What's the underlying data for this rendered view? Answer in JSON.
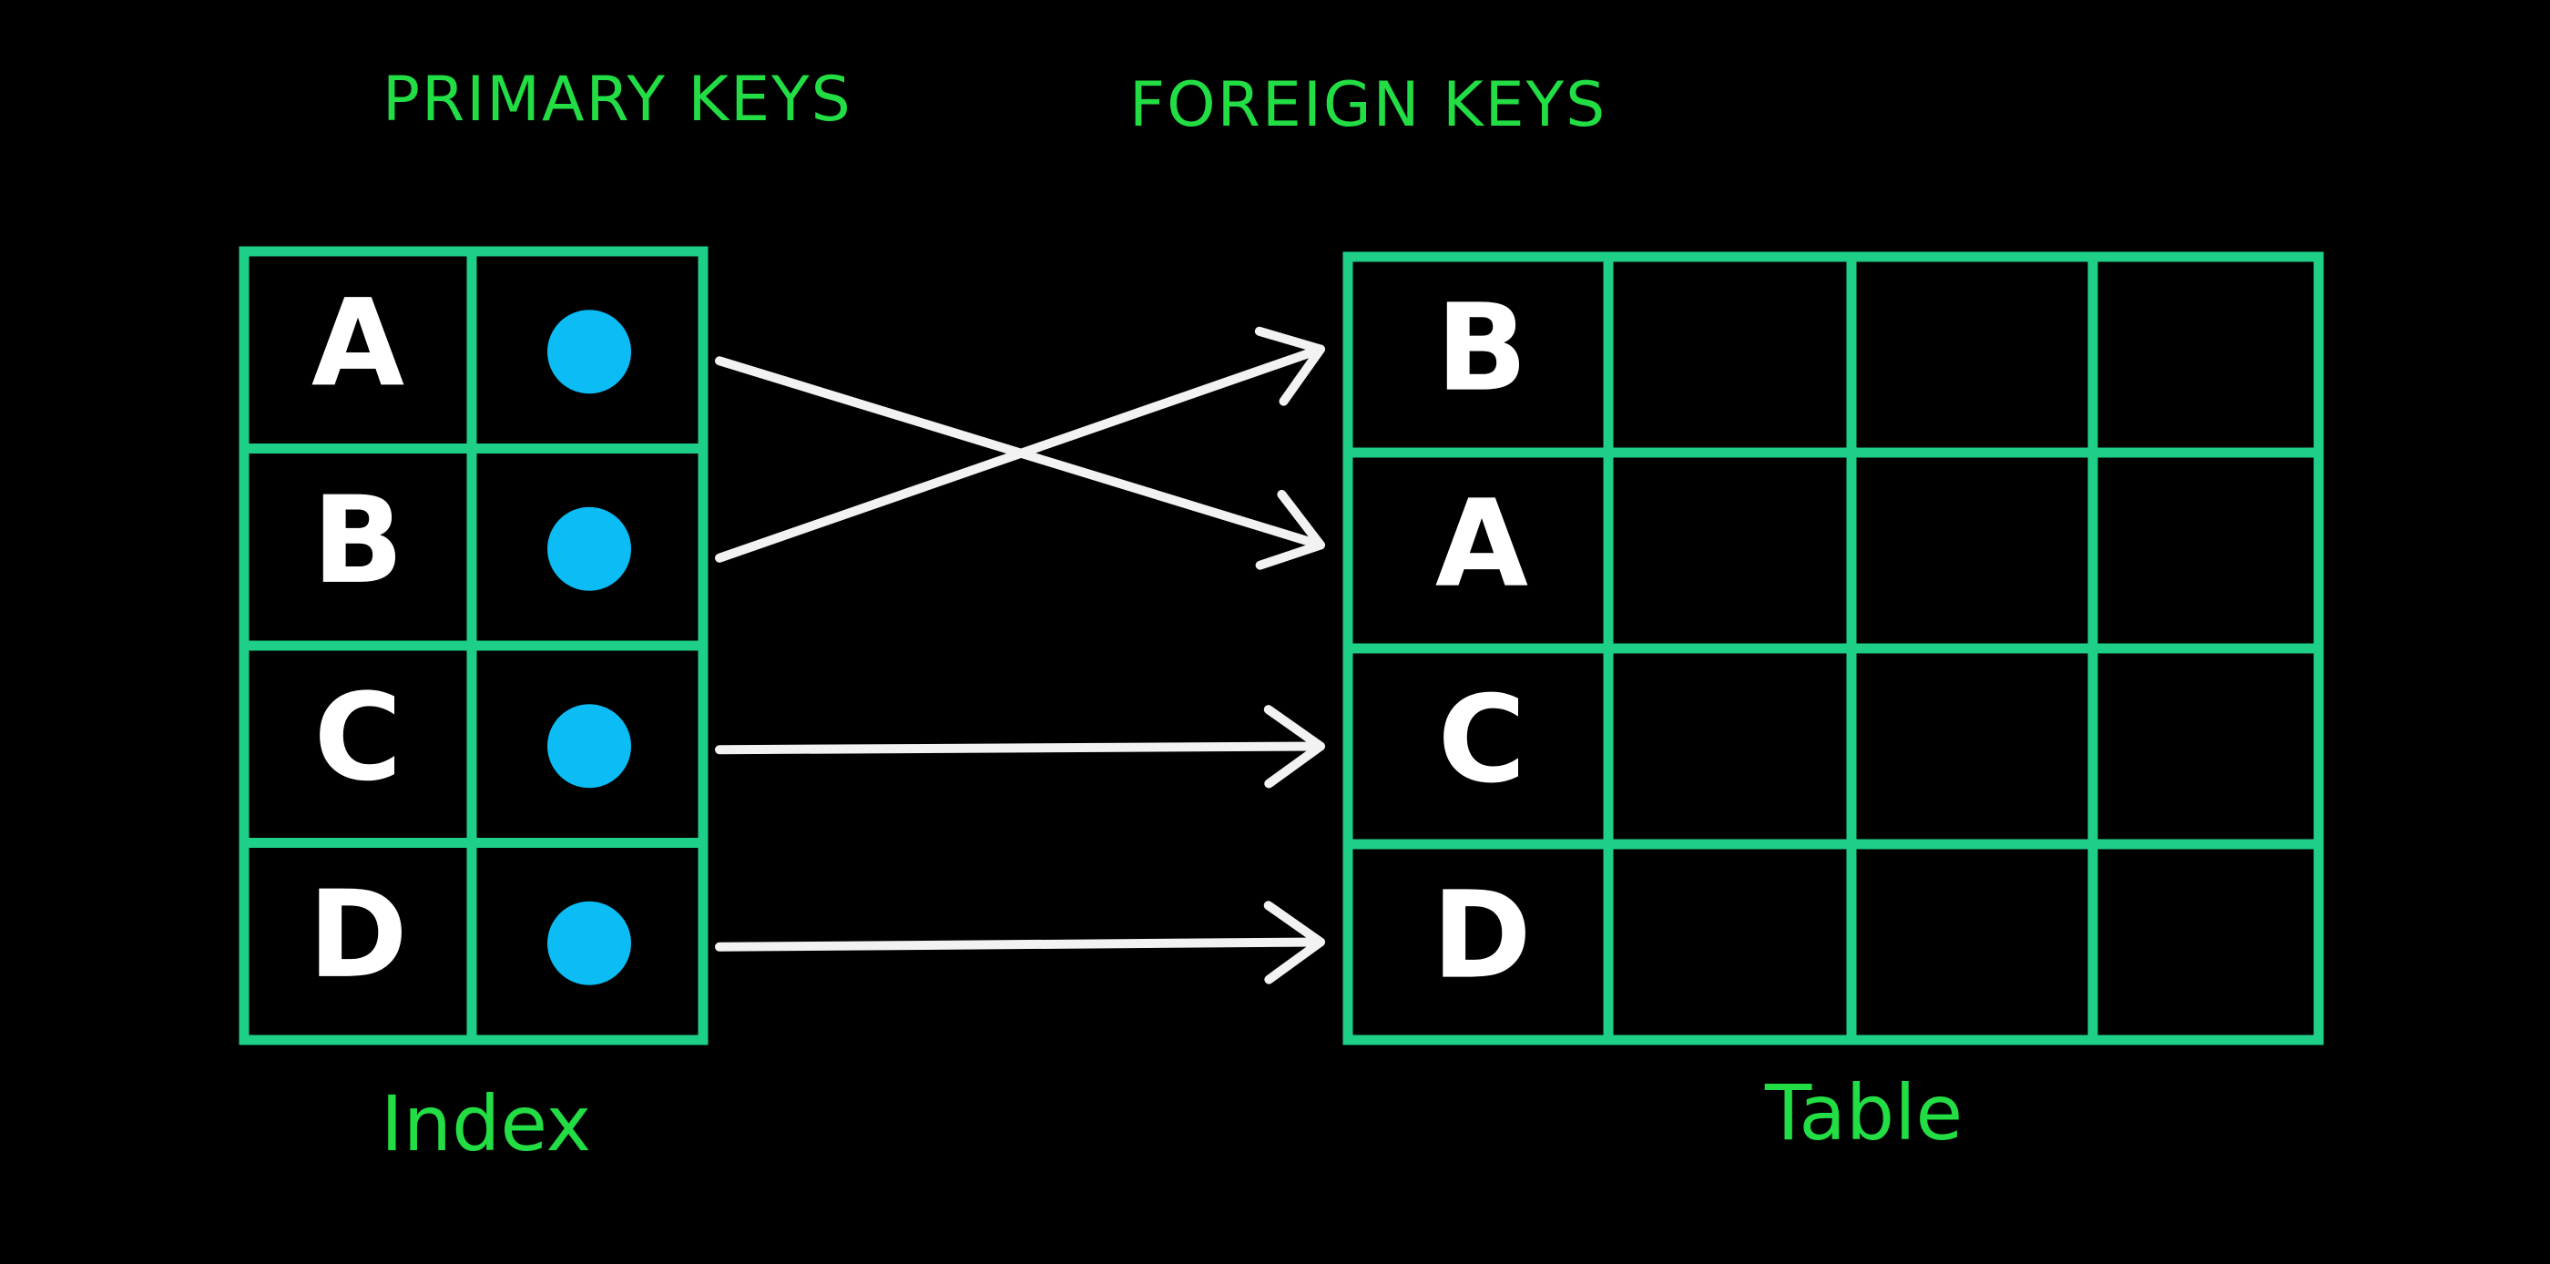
{
  "headings": {
    "primary_keys": "PRIMARY KEYS",
    "foreign_keys": "FOREIGN KEYS"
  },
  "captions": {
    "index": "Index",
    "table": "Table"
  },
  "index": {
    "rows": [
      {
        "key": "A"
      },
      {
        "key": "B"
      },
      {
        "key": "C"
      },
      {
        "key": "D"
      }
    ]
  },
  "table": {
    "rows": [
      {
        "key": "B"
      },
      {
        "key": "A"
      },
      {
        "key": "C"
      },
      {
        "key": "D"
      }
    ],
    "data_columns": 3
  },
  "links": [
    {
      "from": "A",
      "to": "A"
    },
    {
      "from": "B",
      "to": "B"
    },
    {
      "from": "C",
      "to": "C"
    },
    {
      "from": "D",
      "to": "D"
    }
  ],
  "colors": {
    "background": "#000000",
    "label_green": "#22dd44",
    "grid_green": "#1ecf87",
    "pointer_dot": "#0bbcf5",
    "key_text": "#ffffff",
    "arrow": "#f2f2f2"
  }
}
